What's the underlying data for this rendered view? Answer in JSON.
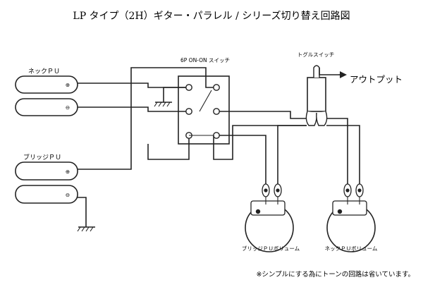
{
  "title": "LP タイプ（2H）ギター・パラレル / シリーズ切り替え回路図",
  "labels": {
    "neck_pickup": "ネックＰＵ",
    "bridge_pickup": "ブリッジＰＵ",
    "switch": "6P ON-ON スイッチ",
    "toggle_switch": "トグルスイッチ",
    "output": "アウトプット",
    "bridge_volume": "ブリッジＰＵボリューム",
    "neck_volume": "ネックＰＵボリューム",
    "note": "※シンプルにする為にトーンの回路は省いています。"
  },
  "symbols": {
    "plus": "⊕",
    "minus": "⊖"
  },
  "colors": {
    "wire": "#222222",
    "background": "#ffffff"
  }
}
